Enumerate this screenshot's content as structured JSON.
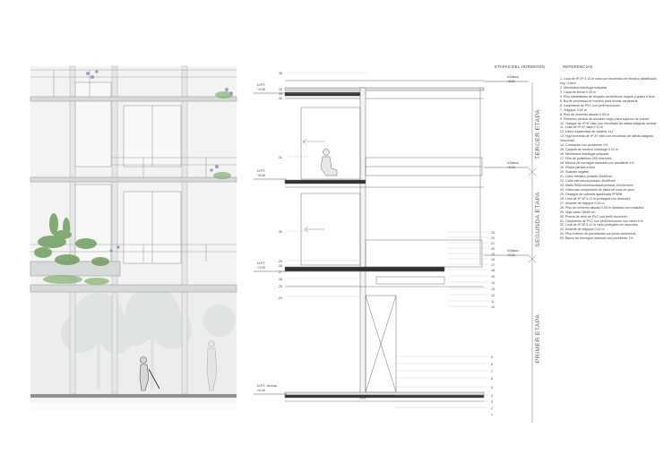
{
  "headers": {
    "stages": "ETAPAS DEL HORMIGON",
    "references": "REFERENCIAS"
  },
  "stages": [
    {
      "label": "TERCER ETAPA"
    },
    {
      "label": "SEGUNDA ETAPA"
    },
    {
      "label": "PRIMER ETAPA"
    }
  ],
  "levels": [
    {
      "name": "N.P.T.",
      "value": "+9.50"
    },
    {
      "name": "N.P.T.",
      "value": "+6.90"
    },
    {
      "name": "N.P.T.",
      "value": "+3.90"
    },
    {
      "name": "N.P.T. Vereda",
      "value": "±0.00"
    }
  ],
  "bench_levels": [
    {
      "name": "N.Banco",
      "value": "+8.80"
    },
    {
      "name": "N.Banco",
      "value": "+6.00"
    },
    {
      "name": "N.Banco",
      "value": "+3.20"
    }
  ],
  "callouts_left": [
    "35",
    "34",
    "33",
    "32",
    "31",
    "30",
    "29",
    "28",
    "27",
    "26",
    "25",
    "24"
  ],
  "callouts_right": [
    "23",
    "22",
    "21",
    "20",
    "19",
    "18",
    "17",
    "16",
    "15",
    "14",
    "13",
    "12",
    "11",
    "10",
    "9",
    "8",
    "7",
    "6",
    "5",
    "4",
    "3",
    "2",
    "1"
  ],
  "references": [
    "1. Losa de Hº Aº 0.12 m vista con encofrado de fenólico plastificado esp.=10cm",
    "2. Membrana hidrófuga sobpada",
    "3. Capa de arena 0.05 m",
    "4. Piso intertrabado de bloques cementicios negros y grises e:5cm",
    "5. Borde perimetral de mortero para nivelar carpinteria",
    "6. Carpinteria de PVC con perfil tecnocom",
    "7. Telgopor 0.02 m",
    "8. Piso de cemento alisado 0.05 m",
    "9. Refuerzo vertical de aluminio negro para sujeción de puerta",
    "10. Tabique de Hº Aº visto con encofrado de tablas salignas vertical",
    "11. Losa de Hº Aº vista 0.12 m",
    "12. Listón trapezoidal de madera 1x1\"",
    "13. Viga invertida de Hº Aº visto con encofrado de tablas salignas horizontal",
    "14. Contrapiso con pendiente 1%",
    "15. Carpeta de mortero hidrófugo 0.02 m",
    "16. Membrana hidrófuga sobpada",
    "17. Film de polietileno 200 micrones",
    "18. Mezcla de hormigón llaneado con pendiente 1%",
    "19. Piedra partida e:6cm",
    "20. Sustrato vegetal",
    "21. Caño metálico pintado 20x40mm",
    "22. Caño estructural pintado 40x80mm",
    "23. Malla SIMA electrosoldada pintada 10x10x4mm",
    "24. Cielorraso suspendido de placa de roca de yeso",
    "25. Desagüe de cubierta ajardinada PP80N",
    "26. Losa de Hº Aº 0.12 m protegida con descodry",
    "27. Aislante de telgopor 0.02 m",
    "28. Piso de cemento alisado 0.05 m llaneado con máquina",
    "29. Viga canto 18x50 cm",
    "30. Puerta de abrir de PVC con perfil tecnocom",
    "31. Carpinteria de PVC con perfil tecnocom con vidrio 6+6",
    "32. Losa de Hº Aº 0.12 m vista protegida con descodry",
    "33. Aislante de telgopor 0.02 m",
    "34. Piso exterior de porcelanato con junta cementicia",
    "35. Banco de hormigón llaneado con pendiente 1%"
  ]
}
